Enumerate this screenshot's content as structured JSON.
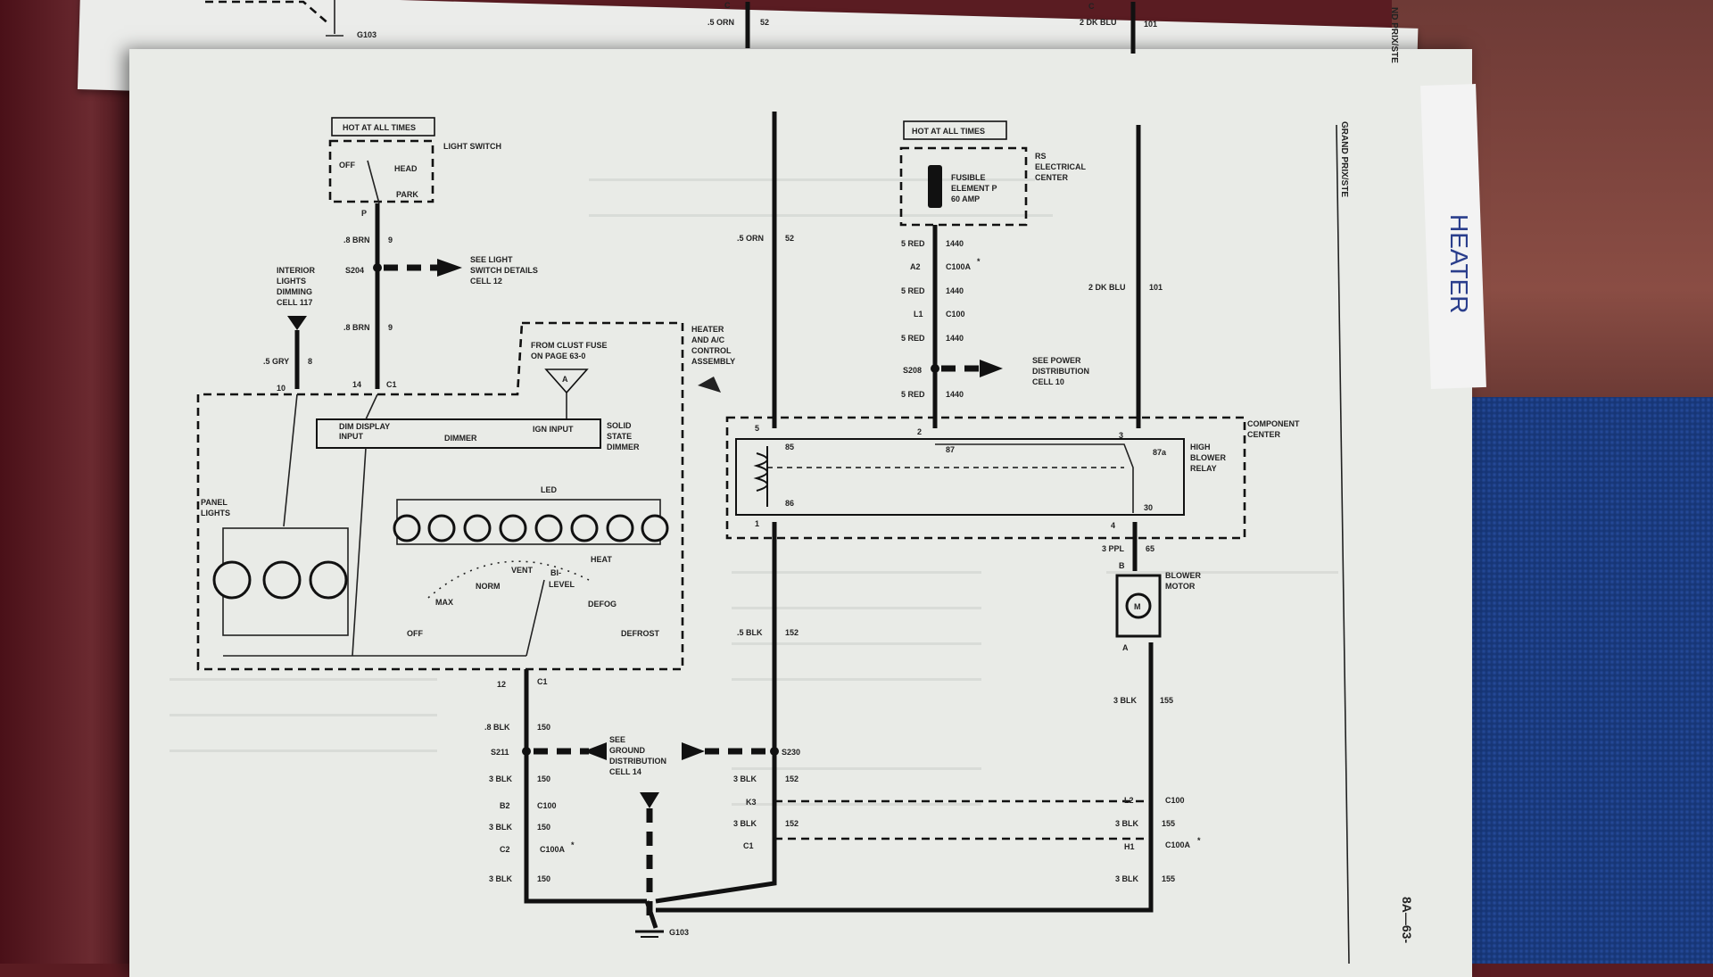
{
  "header_fragments": {
    "g103_top": "G103",
    "orn52_top": ".5 ORN",
    "num52_top": "52",
    "dkblu_top": "2 DK BLU",
    "num101_top": "101",
    "c_left": "C",
    "c_right": "C",
    "page_edge_title": "ND PRIX/STE"
  },
  "side": {
    "title": "GRAND PRIX/STE",
    "page_num": "8A—63-",
    "handwritten": "HEATER"
  },
  "labels": {
    "hot1": "HOT AT ALL TIMES",
    "hot2": "HOT AT ALL TIMES",
    "light_switch": "LIGHT SWITCH",
    "off": "OFF",
    "head": "HEAD",
    "park": "PARK",
    "p": "P",
    "brn8_a": ".8 BRN",
    "n9_a": "9",
    "s204": "S204",
    "see_light": "SEE LIGHT",
    "see_light2": "SWITCH DETAILS",
    "see_light3": "CELL 12",
    "brn8_b": ".8 BRN",
    "n9_b": "9",
    "int1": "INTERIOR",
    "int2": "LIGHTS",
    "int3": "DIMMING",
    "int4": "CELL 117",
    "gry": ".5 GRY",
    "n8": "8",
    "n10": "10",
    "n14": "14",
    "c1a": "C1",
    "clust1": "FROM CLUST FUSE",
    "clust2": "ON PAGE 63-0",
    "a": "A",
    "heat1": "HEATER",
    "heat2": "AND A/C",
    "heat3": "CONTROL",
    "heat4": "ASSEMBLY",
    "dim_in1": "DIM DISPLAY",
    "dim_in2": "INPUT",
    "dimmer": "DIMMER",
    "ign": "IGN INPUT",
    "ssd1": "SOLID",
    "ssd2": "STATE",
    "ssd3": "DIMMER",
    "panel1": "PANEL",
    "panel2": "LIGHTS",
    "led": "LED",
    "max": "MAX",
    "norm": "NORM",
    "vent": "VENT",
    "bi": "BI-",
    "level": "LEVEL",
    "heat": "HEAT",
    "defog": "DEFOG",
    "off2": "OFF",
    "defrost": "DEFROST",
    "n12": "12",
    "c1b": "C1",
    "blk8": ".8 BLK",
    "n150a": "150",
    "s211": "S211",
    "blk3a": "3 BLK",
    "n150b": "150",
    "b2": "B2",
    "c100a": "C100",
    "blk3b": "3 BLK",
    "n150c": "150",
    "c2": "C2",
    "c100Aa": "C100A",
    "star1": "*",
    "blk3c": "3 BLK",
    "n150d": "150",
    "g103": "G103",
    "see_gnd1": "SEE",
    "see_gnd2": "GROUND",
    "see_gnd3": "DISTRIBUTION",
    "see_gnd4": "CELL 14",
    "orn5": ".5 ORN",
    "n52": "52",
    "n5": "5",
    "n85": "85",
    "n86": "86",
    "n1": "1",
    "blk5": ".5 BLK",
    "n152a": "152",
    "s230": "S230",
    "blk3d": "3 BLK",
    "n152b": "152",
    "k3": "K3",
    "blk3e": "3 BLK",
    "n152c": "152",
    "c1c": "C1",
    "red1": "5 RED",
    "n1440a": "1440",
    "a2": "A2",
    "c100Ab": "C100A",
    "star2": "*",
    "red2": "5 RED",
    "n1440b": "1440",
    "l1": "L1",
    "c100b": "C100",
    "red3": "5 RED",
    "n1440c": "1440",
    "s208": "S208",
    "see_pwr1": "SEE POWER",
    "see_pwr2": "DISTRIBUTION",
    "see_pwr3": "CELL 10",
    "red4": "5 RED",
    "n1440d": "1440",
    "fus1": "FUSIBLE",
    "fus2": "ELEMENT P",
    "fus3": "60 AMP",
    "rs1": "RS",
    "rs2": "ELECTRICAL",
    "rs3": "CENTER",
    "n2": "2",
    "n87": "87",
    "n3": "3",
    "n87a": "87a",
    "n30": "30",
    "n4": "4",
    "comp1": "COMPONENT",
    "comp2": "CENTER",
    "relay1": "HIGH",
    "relay2": "BLOWER",
    "relay3": "RELAY",
    "dkblu": "2 DK BLU",
    "n101": "101",
    "ppl": "3 PPL",
    "n65": "65",
    "b": "B",
    "m": "M",
    "motor1": "BLOWER",
    "motor2": "MOTOR",
    "a_pin": "A",
    "blk3f": "3 BLK",
    "n155a": "155",
    "l2": "L2",
    "c100c": "C100",
    "blk3g": "3 BLK",
    "n155b": "155",
    "h1": "H1",
    "c100Ac": "C100A",
    "star3": "*",
    "blk3h": "3 BLK",
    "n155c": "155"
  }
}
